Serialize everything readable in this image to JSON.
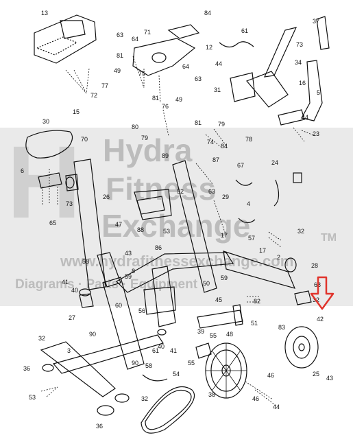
{
  "watermark": {
    "logo_letter": "H",
    "line1": "Hydra",
    "line2": "Fitness",
    "line3": "Exchange",
    "tm": "TM",
    "url": "www.hydrafitnessexchange.com",
    "tagline": "Diagrams · Parts · Equipment"
  },
  "highlight": {
    "color": "#e0332b",
    "target_part": "42"
  },
  "colors": {
    "line": "#111111",
    "watermark": "#9a9a9a"
  },
  "callouts": [
    "13",
    "84",
    "71",
    "12",
    "63",
    "64",
    "61",
    "73",
    "37",
    "81",
    "34",
    "49",
    "44",
    "75",
    "64",
    "16",
    "77",
    "72",
    "63",
    "31",
    "5",
    "15",
    "81",
    "76",
    "49",
    "80",
    "79",
    "81",
    "79",
    "84",
    "44",
    "23",
    "30",
    "70",
    "74",
    "78",
    "89",
    "87",
    "67",
    "24",
    "6",
    "26",
    "73",
    "65",
    "29",
    "4",
    "63",
    "52",
    "47",
    "88",
    "53",
    "32",
    "17",
    "57",
    "43",
    "86",
    "2",
    "17",
    "28",
    "58",
    "8",
    "68",
    "59",
    "41",
    "32",
    "40",
    "60",
    "56",
    "45",
    "83",
    "27",
    "82",
    "42",
    "50",
    "59",
    "39",
    "55",
    "48",
    "51",
    "32",
    "90",
    "40",
    "41",
    "61",
    "3",
    "90",
    "58",
    "54",
    "32",
    "55",
    "46",
    "36",
    "25",
    "43",
    "53",
    "38",
    "46",
    "44",
    "36"
  ]
}
